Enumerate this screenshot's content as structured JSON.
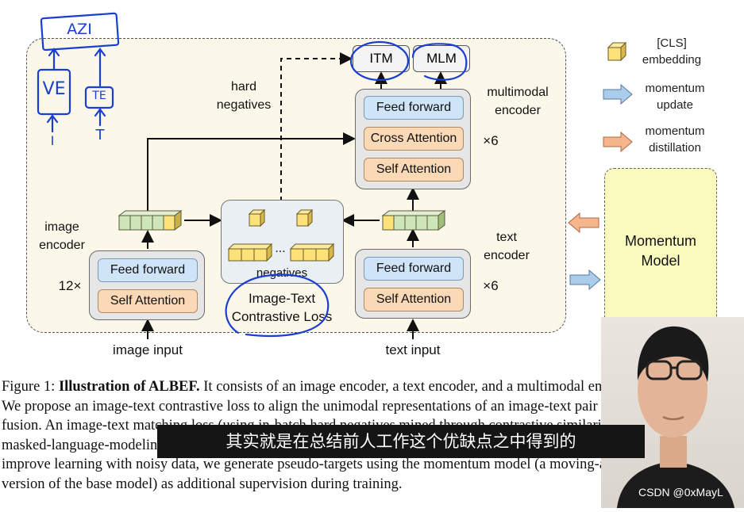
{
  "diagram": {
    "heads": {
      "itm": "ITM",
      "mlm": "MLM"
    },
    "multimodal": {
      "ff": "Feed forward",
      "ca": "Cross Attention",
      "sa": "Self Attention",
      "label": "multimodal encoder",
      "repeat": "×6"
    },
    "image_encoder": {
      "ff": "Feed forward",
      "sa": "Self Attention",
      "label": "image encoder",
      "repeat": "12×",
      "input": "image input"
    },
    "text_encoder": {
      "ff": "Feed forward",
      "sa": "Self Attention",
      "label": "text encoder",
      "repeat": "×6",
      "input": "text input"
    },
    "hard_negatives": "hard negatives",
    "negatives": "negatives",
    "ellipsis": "...",
    "contrastive_loss": "Image-Text Contrastive Loss",
    "momentum_model": "Momentum Model",
    "legend": {
      "cls": "[CLS] embedding",
      "momentum_update": "momentum update",
      "momentum_distillation": "momentum distillation"
    }
  },
  "caption": {
    "lines": [
      "It consists of an image encoder, a text encoder, and a multimodal encoder.",
      "We propose an image-text contrastive loss to align the unimodal representations of an image-text pair before",
      "fusion. An image-text matching loss (using in-batch hard negatives mined through contrastive similarity) and a",
      "masked-language-modeling loss",
      "improve learning with noisy data, we generate pseudo-targets using the momentum model (a moving-average",
      "version of the base model) as additional supervision during training."
    ],
    "prefix": "Figure 1:",
    "bold": "Illustration of ALBEF."
  },
  "handwriting": {
    "top": "AZI",
    "ve": "VE",
    "te": "TE",
    "i": "I",
    "t": "T"
  },
  "video": {
    "subtitle": "其实就是在总结前人工作这个优缺点之中得到的",
    "watermark": "CSDN @0xMayL"
  },
  "colors": {
    "cls_cube": "#fde27a",
    "green_cube": "#cfe6b8",
    "momentum_box": "#fafabf",
    "update_arrow": "#a9cdeb",
    "distill_arrow": "#f6b58a",
    "ink": "#1a3fd0"
  }
}
